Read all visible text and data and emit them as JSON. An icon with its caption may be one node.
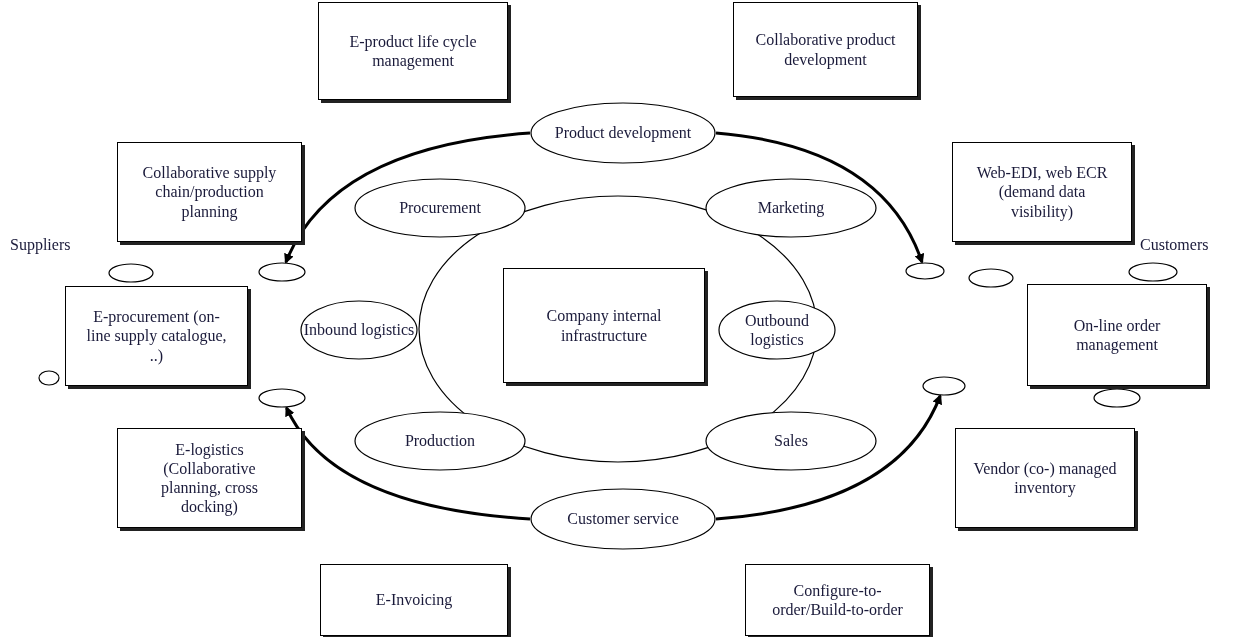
{
  "diagram": {
    "nodes": [
      {
        "text": [
          "E-product life cycle management"
        ]
      },
      {
        "text": [
          "Collaborative product development"
        ]
      },
      {
        "text": [
          "Product development"
        ]
      },
      {
        "text": [
          "Collaborative supply chain/production planning"
        ]
      },
      {
        "text": [
          "Procurement"
        ]
      },
      {
        "text": [
          "Marketing"
        ]
      },
      {
        "text": [
          "Web-EDI, web ECR (demand data visibility)"
        ]
      },
      {
        "text": [],
        "shape": "ellipse"
      },
      {
        "text": [
          "Company internal infrastructure"
        ],
        "in": 7
      },
      {
        "text": [
          "E-procurement (on-line supply catalogue, ..)"
        ]
      },
      {
        "text": [
          "Inbound logistics"
        ]
      },
      {
        "text": [
          "Outbound logistics"
        ]
      },
      {
        "text": [
          "On-line order management"
        ]
      },
      {
        "text": [
          "E-logistics (Collaborative planning, cross docking)"
        ]
      },
      {
        "text": [
          "Production"
        ]
      },
      {
        "text": [
          "Sales"
        ]
      },
      {
        "text": [
          "Vendor (co-) managed inventory"
        ]
      },
      {
        "text": [
          "Customer service"
        ]
      },
      {
        "text": [
          "E-Invoicing"
        ]
      },
      {
        "text": [
          "Configure-to-order/Build-to-order"
        ]
      },
      {
        "text": [],
        "shape": "ellipse"
      },
      {
        "text": [],
        "shape": "ellipse"
      },
      {
        "text": [],
        "shape": "ellipse"
      },
      {
        "text": [],
        "shape": "ellipse"
      },
      {
        "text": [],
        "shape": "ellipse"
      },
      {
        "text": [],
        "shape": "ellipse"
      },
      {
        "text": [],
        "shape": "ellipse"
      },
      {
        "text": [],
        "shape": "ellipse"
      },
      {
        "text": [],
        "shape": "ellipse"
      }
    ],
    "edges": [
      {
        "from": 2,
        "to": 21,
        "arrow": "to"
      },
      {
        "from": 2,
        "to": 24,
        "arrow": "to"
      },
      {
        "from": 17,
        "to": 22,
        "arrow": "to"
      },
      {
        "from": 17,
        "to": 27,
        "arrow": "to"
      }
    ],
    "labels": [
      "Suppliers",
      "Customers"
    ]
  }
}
